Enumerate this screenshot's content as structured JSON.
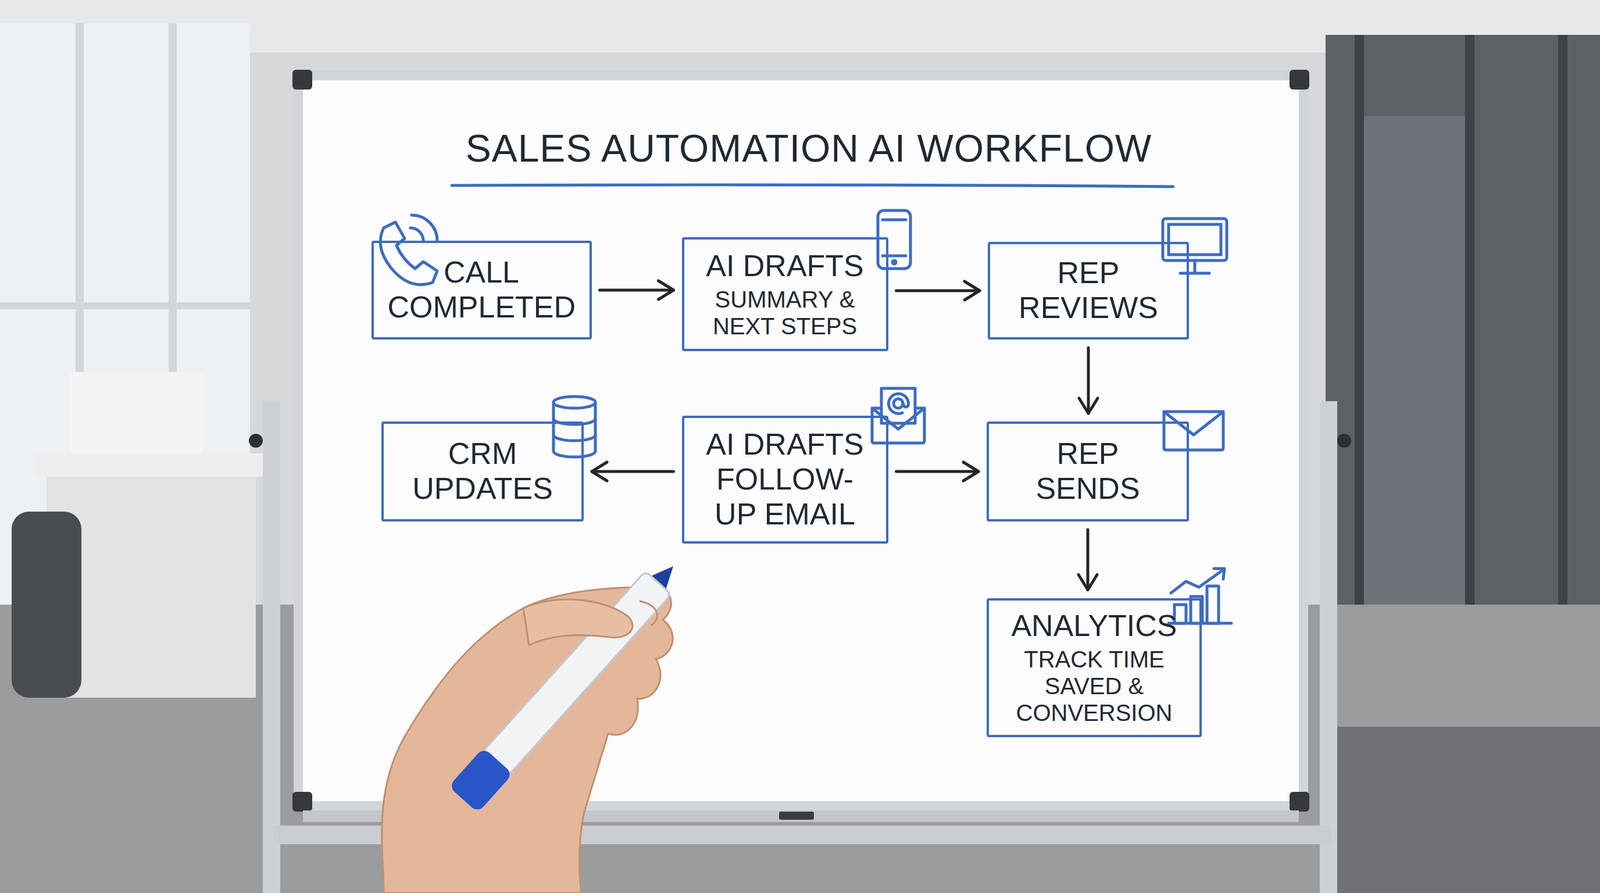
{
  "diagram": {
    "title": "SALES AUTOMATION AI WORKFLOW",
    "nodes": [
      {
        "text": [
          "CALL COMPLETED"
        ]
      },
      {
        "text": [
          "AI DRAFTS",
          "SUMMARY & NEXT STEPS"
        ]
      },
      {
        "text": [
          "REP REVIEWS"
        ]
      },
      {
        "text": [
          "CRM UPDATES"
        ]
      },
      {
        "text": [
          "AI DRAFTS FOLLOW-UP EMAIL"
        ]
      },
      {
        "text": [
          "REP SENDS"
        ]
      },
      {
        "text": [
          "ANALYTICS",
          "TRACK TIME SAVED & CONVERSION"
        ]
      }
    ],
    "edges": [
      {
        "from": 0,
        "to": 1,
        "arrow": "to"
      },
      {
        "from": 1,
        "to": 2,
        "arrow": "to"
      },
      {
        "from": 2,
        "to": 5,
        "arrow": "to"
      },
      {
        "from": 4,
        "to": 3,
        "arrow": "to"
      },
      {
        "from": 4,
        "to": 5,
        "arrow": "to"
      },
      {
        "from": 5,
        "to": 6,
        "arrow": "to"
      }
    ]
  }
}
